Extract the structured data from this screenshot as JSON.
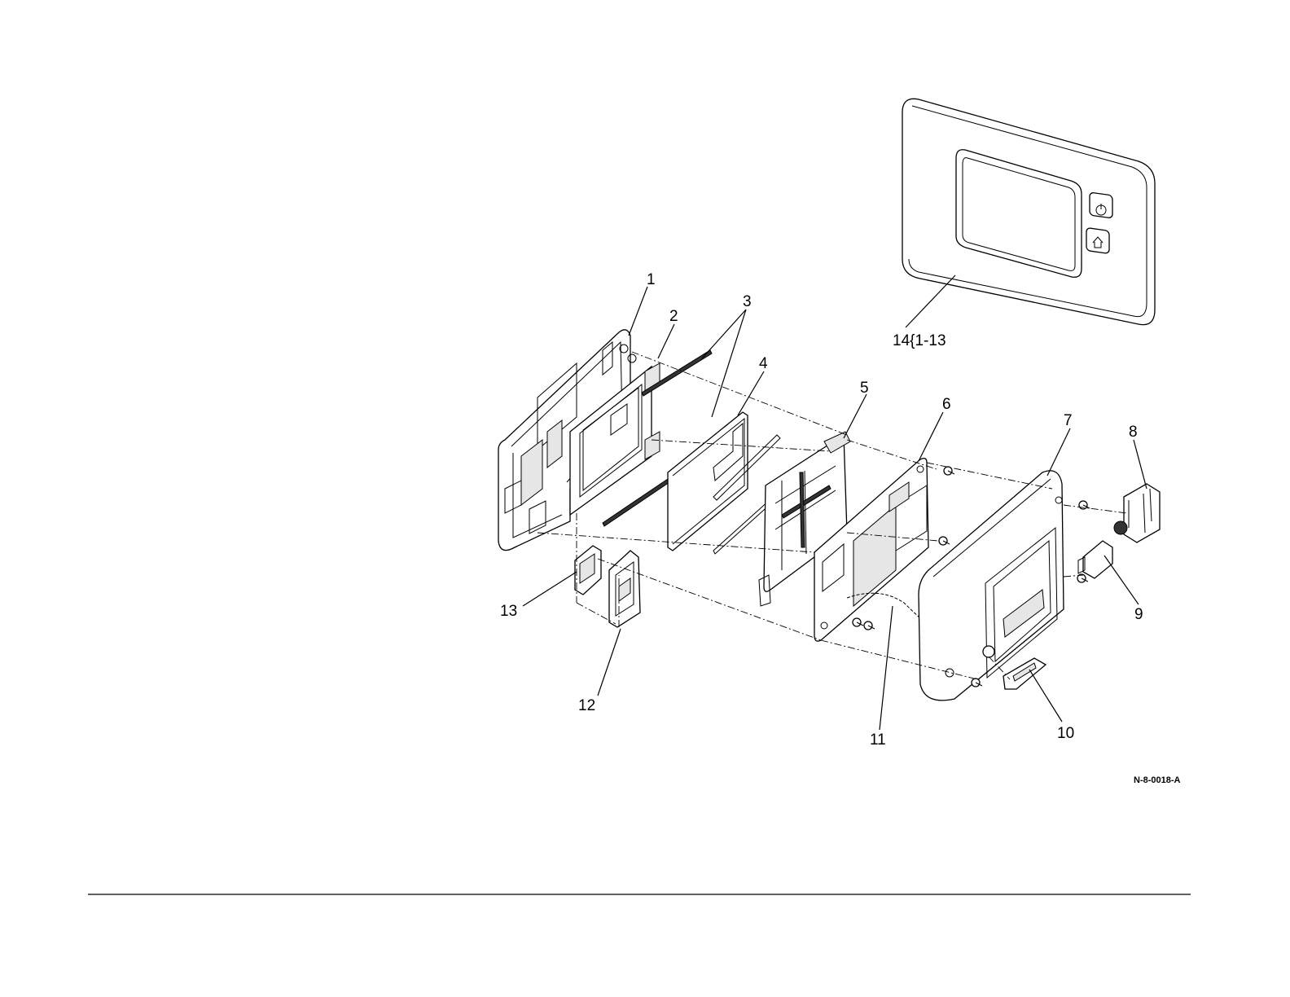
{
  "figure_id": "N-8-0018-A",
  "callouts": {
    "c1": "1",
    "c2": "2",
    "c3": "3",
    "c4": "4",
    "c5": "5",
    "c6": "6",
    "c7": "7",
    "c8": "8",
    "c9": "9",
    "c10": "10",
    "c11": "11",
    "c12": "12",
    "c13": "13",
    "c14": "14{1-13"
  },
  "icons": {
    "power_button": "power-icon",
    "home_button": "home-icon"
  }
}
